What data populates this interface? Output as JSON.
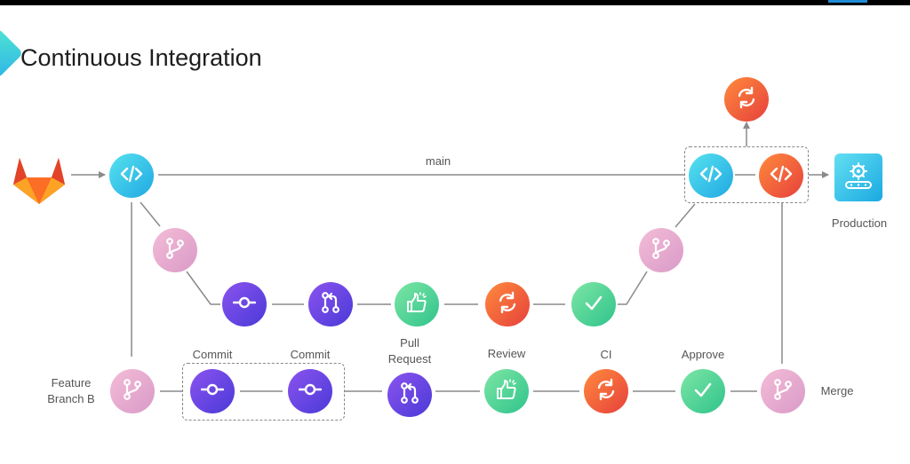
{
  "slide": {
    "title": "Continuous Integration"
  },
  "labels": {
    "main": "main",
    "production": "Production",
    "feature_branch": "Feature Branch B",
    "commit_1": "Commit",
    "commit_2": "Commit",
    "pull_request": "Pull Request",
    "review": "Review",
    "ci": "CI",
    "approve": "Approve",
    "merge": "Merge"
  },
  "icons": {
    "gitlab": "gitlab-logo",
    "code": "code-icon",
    "sync": "sync-icon",
    "branch": "branch-icon",
    "commit": "commit-icon",
    "pull_request": "pull-request-icon",
    "review": "thumbs-up-icon",
    "approve": "check-icon",
    "production": "conveyor-gear-icon"
  },
  "colors": {
    "cyan": "#20a8e2",
    "orange": "#e6403c",
    "purple": "#4a3ad8",
    "pink": "#d99ac7",
    "green": "#2fc38c",
    "line": "#8a8a8a"
  }
}
